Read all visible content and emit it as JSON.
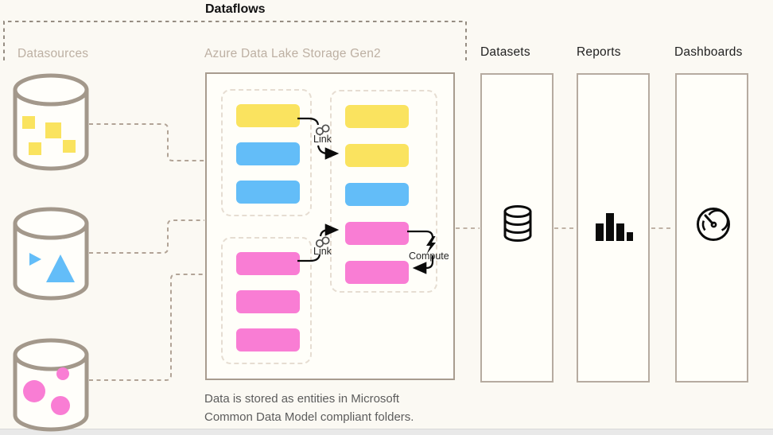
{
  "title": "Dataflows",
  "labels": {
    "datasources": "Datasources",
    "adls": "Azure Data Lake Storage Gen2",
    "datasets": "Datasets",
    "reports": "Reports",
    "dashboards": "Dashboards"
  },
  "annotations": {
    "link_top": "Link",
    "link_bottom": "Link",
    "compute": "Compute"
  },
  "caption": {
    "line1": "Data is stored as entities in Microsoft",
    "line2": "Common Data Model compliant folders."
  },
  "colors": {
    "yellow": "#FAE35F",
    "blue": "#63BDF8",
    "pink": "#F97DD4",
    "tan_border": "#A89C8F",
    "dashed_connector": "#B2A497",
    "dataflows_dash": "#968D82",
    "group_dash": "#E6DDD2",
    "label_tan": "#BDB0A3",
    "ink": "#0B0B0B"
  },
  "datasources": [
    {
      "shape": "squares",
      "color": "yellow"
    },
    {
      "shape": "triangles",
      "color": "blue"
    },
    {
      "shape": "circles",
      "color": "pink"
    }
  ],
  "adls_groups": {
    "staging_top": [
      "yellow",
      "blue",
      "blue"
    ],
    "staging_bottom": [
      "pink",
      "pink",
      "pink"
    ],
    "model": [
      "yellow",
      "yellow",
      "blue",
      "pink",
      "pink"
    ]
  },
  "icons": {
    "datasets": "database-icon",
    "reports": "bar-chart-icon",
    "dashboards": "gauge-icon",
    "link": "chain-link-icon",
    "compute": "lightning-icon"
  }
}
